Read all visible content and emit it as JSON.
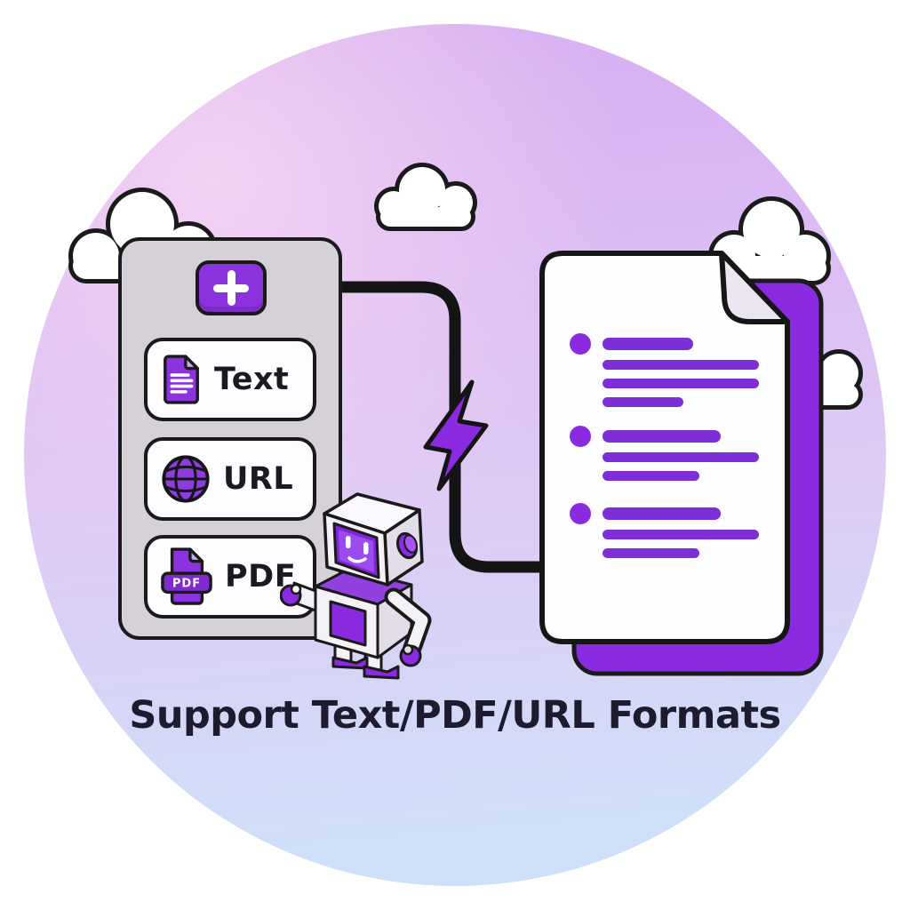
{
  "title": "Support Text/PDF/URL Formats",
  "panel": {
    "add_button": {
      "icon": "plus-icon"
    },
    "rows": [
      {
        "label": "Text",
        "icon": "text-document-icon"
      },
      {
        "label": "URL",
        "icon": "globe-icon"
      },
      {
        "label": "PDF",
        "icon": "pdf-file-icon",
        "icon_text": "PDF"
      }
    ]
  },
  "output_document": {
    "bullet_groups": [
      {
        "heading_width": 102,
        "lines": [
          176,
          176,
          91
        ]
      },
      {
        "heading_width": 133,
        "lines": [
          176,
          109
        ]
      },
      {
        "heading_width": 133,
        "lines": [
          176,
          109
        ]
      }
    ]
  },
  "scene": {
    "icons": [
      "cloud-icon",
      "lightning-bolt-icon",
      "robot-mascot"
    ],
    "clouds_count": 4
  },
  "colors": {
    "accent_purple": "#8B33DE",
    "deep_purple": "#8A2BE2",
    "line_purple": "#7D2FD6",
    "outline_black": "#1A1A1A",
    "card_gray": "#D6D0D9",
    "bg_top": "#D6AEF1",
    "bg_bottom": "#CEE0F8",
    "title_color": "#1D1B2E"
  }
}
